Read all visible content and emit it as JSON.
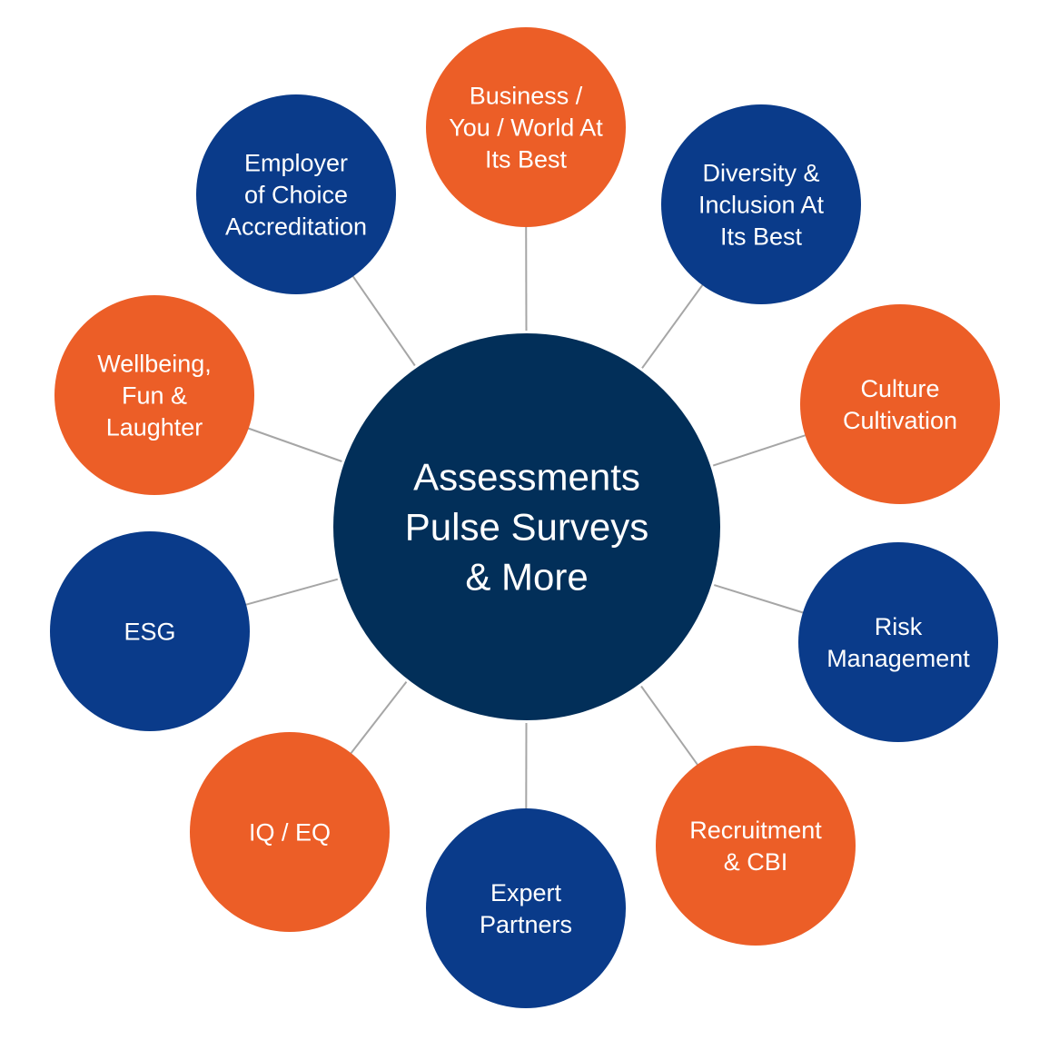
{
  "colors": {
    "center": "#022f59",
    "orange": "#ec5e27",
    "blue": "#0a3b8a",
    "connector": "#a6a6a6",
    "text": "#ffffff"
  },
  "center": {
    "lines": [
      "Assessments",
      "Pulse Surveys",
      "& More"
    ]
  },
  "nodes": [
    {
      "id": "business",
      "color": "orange",
      "lines": [
        "Business /",
        "You / World At",
        "Its Best"
      ]
    },
    {
      "id": "diversity",
      "color": "blue",
      "lines": [
        "Diversity &",
        "Inclusion At",
        "Its Best"
      ]
    },
    {
      "id": "culture",
      "color": "orange",
      "lines": [
        "Culture",
        "Cultivation"
      ]
    },
    {
      "id": "risk",
      "color": "blue",
      "lines": [
        "Risk",
        "Management"
      ]
    },
    {
      "id": "recruitment",
      "color": "orange",
      "lines": [
        "Recruitment",
        "& CBI"
      ]
    },
    {
      "id": "expert",
      "color": "blue",
      "lines": [
        "Expert",
        "Partners"
      ]
    },
    {
      "id": "iqeq",
      "color": "orange",
      "lines": [
        "IQ / EQ"
      ]
    },
    {
      "id": "esg",
      "color": "blue",
      "lines": [
        "ESG"
      ]
    },
    {
      "id": "wellbeing",
      "color": "orange",
      "lines": [
        "Wellbeing,",
        "Fun &",
        "Laughter"
      ]
    },
    {
      "id": "employer",
      "color": "blue",
      "lines": [
        "Employer",
        "of Choice",
        "Accreditation"
      ]
    }
  ]
}
